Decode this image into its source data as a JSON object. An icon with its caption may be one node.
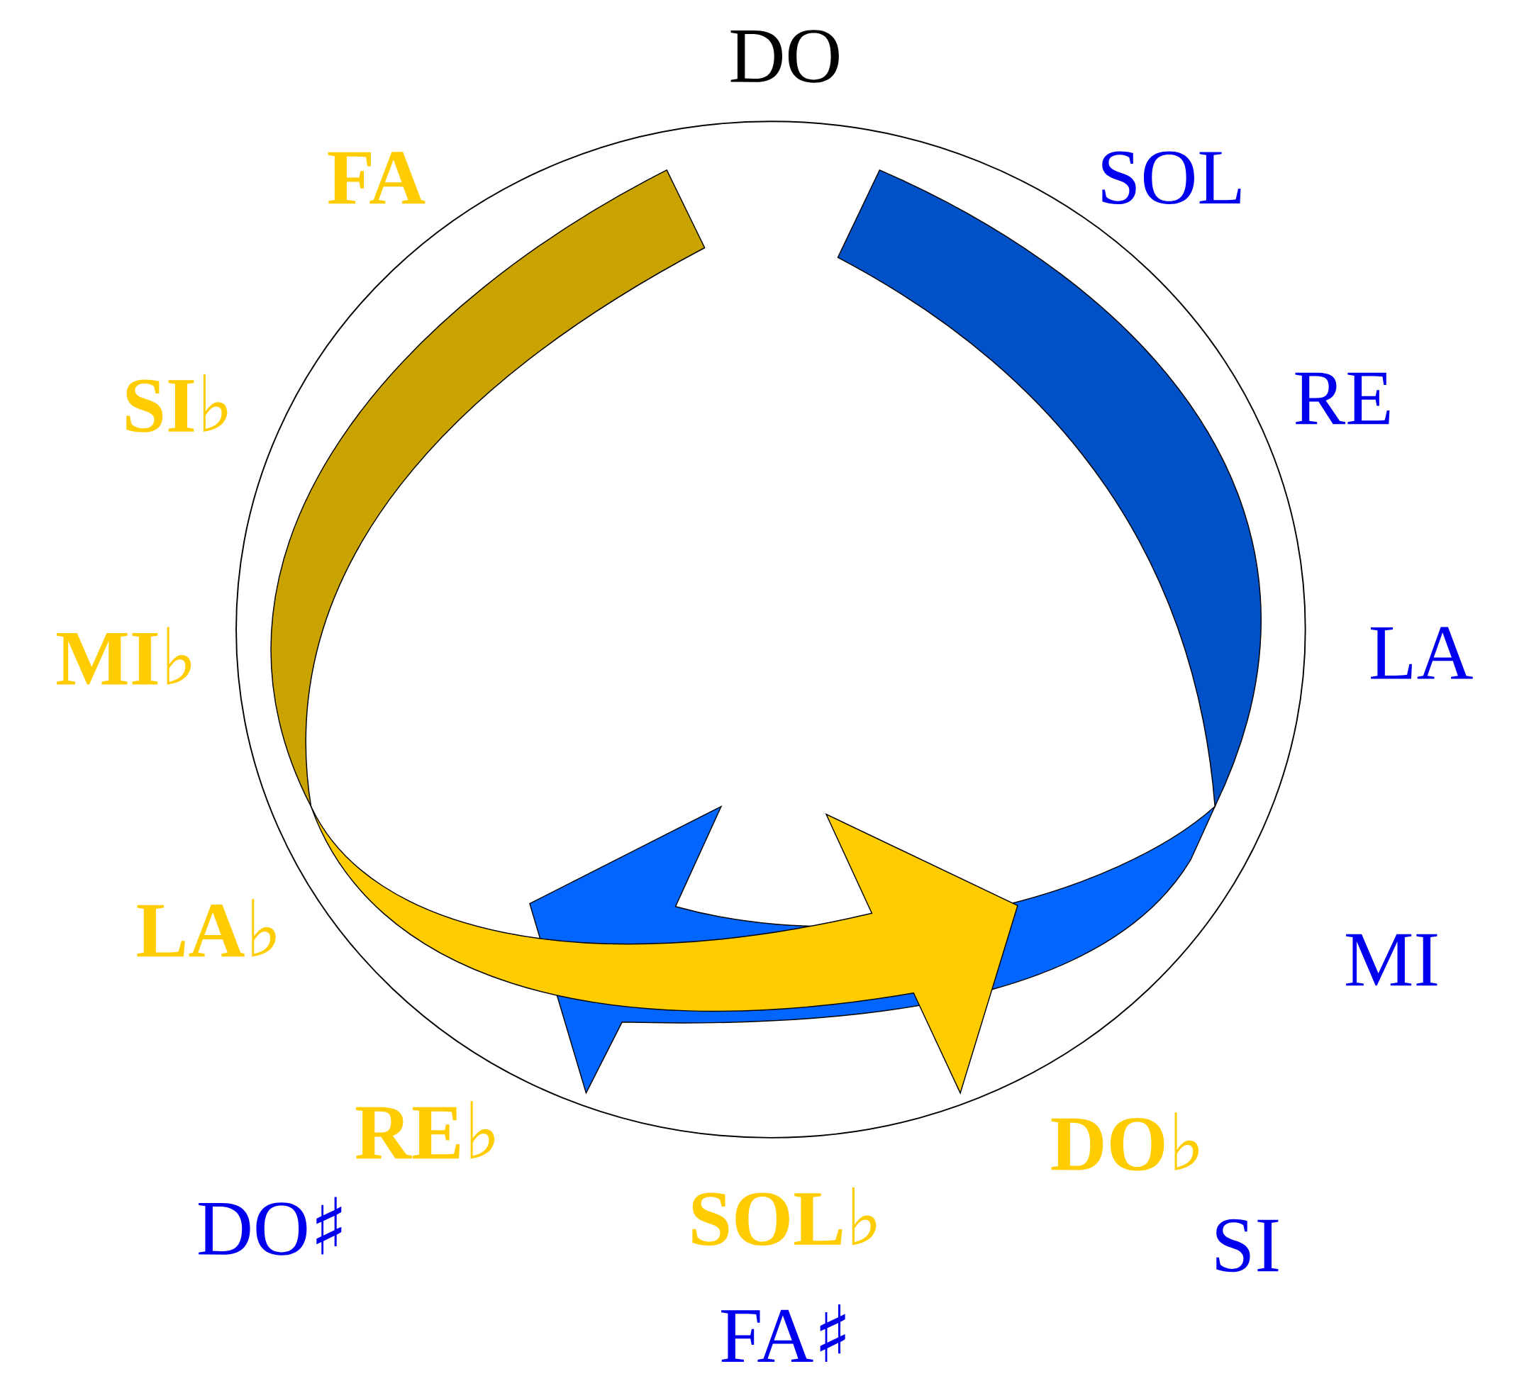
{
  "diagram": {
    "labels": [
      "DO",
      "FA",
      "SOL",
      "SI♭",
      "RE",
      "MI♭",
      "LA",
      "LA♭",
      "MI",
      "RE♭",
      "DO♭",
      "DO♯",
      "SOL♭",
      "SI",
      "FA♯"
    ]
  }
}
